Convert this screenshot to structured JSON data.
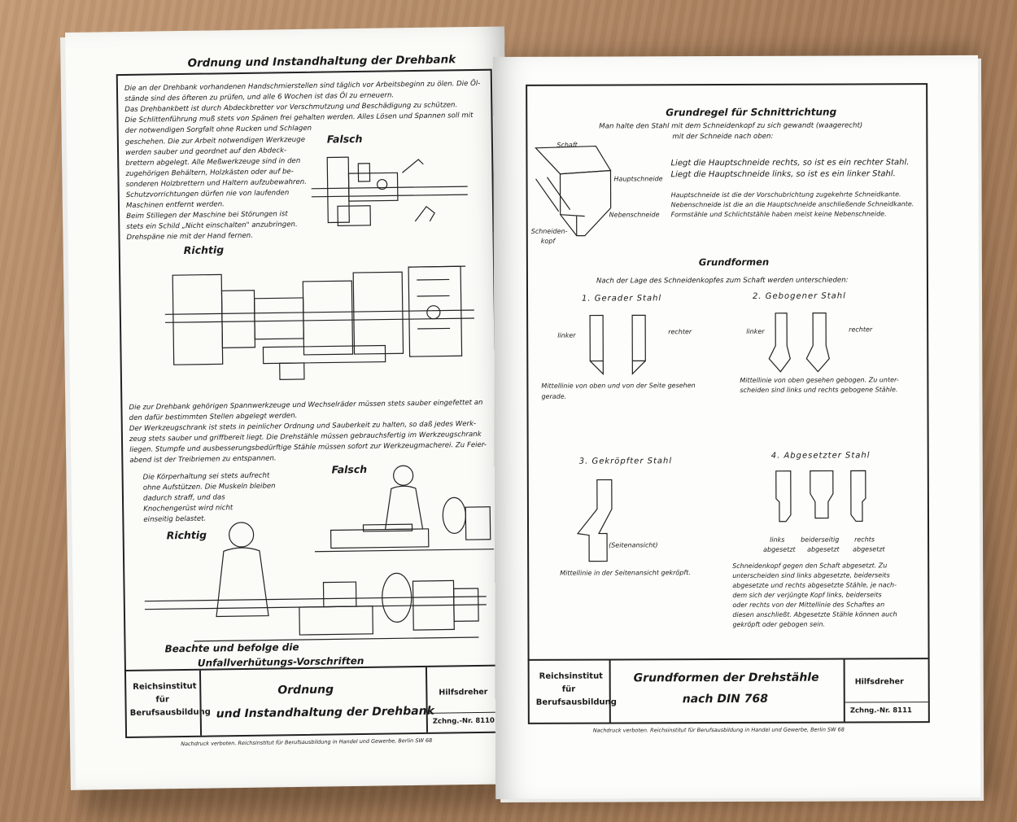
{
  "left_page": {
    "title": "Ordnung und Instandhaltung der Drehbank",
    "paragraph_top": [
      "Die an der Drehbank vorhandenen Handschmierstellen sind täglich vor Arbeitsbeginn zu ölen. Die Öl-",
      "stände sind des öfteren zu prüfen, und alle 6 Wochen ist das Öl zu erneuern.",
      "Das Drehbankbett ist durch Abdeckbretter vor Verschmutzung und Beschädigung zu schützen.",
      "Die Schlittenführung muß stets von Spänen frei gehalten werden.  Alles Lösen und Spannen soll mit",
      "der notwendigen Sorgfalt ohne Rucken und Schlagen"
    ],
    "paragraph_side": [
      "geschehen. Die zur Arbeit notwendigen Werkzeuge",
      "werden sauber und geordnet auf den Abdeck-",
      "brettern abgelegt. Alle Meßwerkzeuge sind in den",
      "zugehörigen Behältern, Holzkästen oder auf be-",
      "sonderen Holzbrettern und Haltern aufzubewahren.",
      "Schutzvorrichtungen dürfen nie von laufenden",
      "Maschinen entfernt werden.",
      "Beim Stillegen der Maschine bei Störungen ist",
      "stets ein Schild „Nicht einschalten\" anzubringen.",
      "Drehspäne nie mit der Hand     fernen."
    ],
    "label_falsch_1": "Falsch",
    "label_richtig_1": "Richtig",
    "paragraph_middle": [
      "Die zur Drehbank gehörigen Spannwerkzeuge und Wechselräder müssen stets sauber eingefettet an",
      "den dafür bestimmten Stellen abgelegt werden.",
      "Der Werkzeugschrank ist stets in peinlicher Ordnung und Sauberkeit zu halten, so daß jedes Werk-",
      "zeug stets sauber und griffbereit liegt.  Die Drehstähle müssen gebrauchsfertig im Werkzeugschrank",
      "liegen.  Stumpfe und ausbesserungsbedürftige Stähle müssen sofort zur Werkzeugmacherei. Zu Feier-",
      "abend ist der Treibriemen zu entspannen."
    ],
    "paragraph_posture": [
      "Die Körperhaltung sei stets aufrecht",
      "ohne Aufstützen. Die Muskeln bleiben",
      "dadurch straff, und das",
      "Knochengerüst wird nicht",
      "einseitig belastet."
    ],
    "label_falsch_2": "Falsch",
    "label_richtig_2": "Richtig",
    "safety_line_1": "Beachte und befolge die",
    "safety_line_2": "Unfallverhütungs-Vorschriften",
    "title_block": {
      "institute": [
        "Reichsinstitut",
        "für",
        "Berufsausbildung"
      ],
      "title_1": "Ordnung",
      "title_2": "und Instandhaltung der Drehbank",
      "trade": "Hilfsdreher",
      "number": "Zchng.-Nr. 8110"
    },
    "footer": "Nachdruck verboten.  Reichsinstitut für Berufsausbildung in Handel und Gewerbe, Berlin SW 68"
  },
  "right_page": {
    "section_1_title": "Grundregel für Schnittrichtung",
    "section_1_intro_1": "Man halte den Stahl mit dem Schneidenkopf zu sich gewandt (waagerecht)",
    "section_1_intro_2": "mit der Schneide nach oben:",
    "label_schaft": "Schaft",
    "label_hauptschneide": "Hauptschneide",
    "label_nebenschneide": "Nebenschneide",
    "label_schneidenkopf_1": "Schneiden-",
    "label_schneidenkopf_2": "kopf",
    "rule_1": "Liegt die Hauptschneide rechts, so ist es ein rechter Stahl.",
    "rule_2": "Liegt die Hauptschneide links,  so ist es ein linker Stahl.",
    "note_1": "Hauptschneide ist die der Vorschubrichtung zugekehrte Schneidkante.",
    "note_2": "Nebenschneide ist die an die Hauptschneide anschließende Schneidkante.",
    "note_3": "Formstähle und Schlichtstähle haben meist keine Nebenschneide.",
    "section_2_title": "Grundformen",
    "section_2_intro": "Nach der Lage des Schneidenkopfes zum Schaft werden unterschieden:",
    "form_1": {
      "title": "1. Gerader Stahl",
      "left": "linker",
      "right": "rechter",
      "text_1": "Mittellinie von oben und von der Seite gesehen",
      "text_2": "gerade."
    },
    "form_2": {
      "title": "2. Gebogener Stahl",
      "left": "linker",
      "right": "rechter",
      "text_1": "Mittellinie von oben gesehen gebogen.  Zu unter-",
      "text_2": "scheiden sind links und rechts gebogene Stähle."
    },
    "form_3": {
      "title": "3. Gekröpfter Stahl",
      "side_view": "(Seitenansicht)",
      "text_1": "Mittellinie in der Seitenansicht gekröpft."
    },
    "form_4": {
      "title": "4. Abgesetzter Stahl",
      "labels_top": [
        "links",
        "beiderseitig",
        "rechts"
      ],
      "labels_bottom": [
        "abgesetzt",
        "abgesetzt",
        "abgesetzt"
      ],
      "text": [
        "Schneidenkopf gegen den Schaft abgesetzt.  Zu",
        "unterscheiden sind links abgesetzte, beiderseits",
        "abgesetzte und rechts abgesetzte Stähle, je nach-",
        "dem sich der verjüngte Kopf links, beiderseits",
        "oder rechts von der Mittellinie des Schaftes an",
        "diesen anschließt.  Abgesetzte Stähle können auch",
        "gekröpft oder gebogen sein."
      ]
    },
    "title_block": {
      "institute": [
        "Reichsinstitut",
        "für",
        "Berufsausbildung"
      ],
      "title_1": "Grundformen der Drehstähle",
      "title_2": "nach DIN 768",
      "trade": "Hilfsdreher",
      "number": "Zchng.-Nr. 8111"
    },
    "footer": "Nachdruck verboten.  Reichsinstitut für Berufsausbildung in Handel und Gewerbe, Berlin SW 68"
  }
}
